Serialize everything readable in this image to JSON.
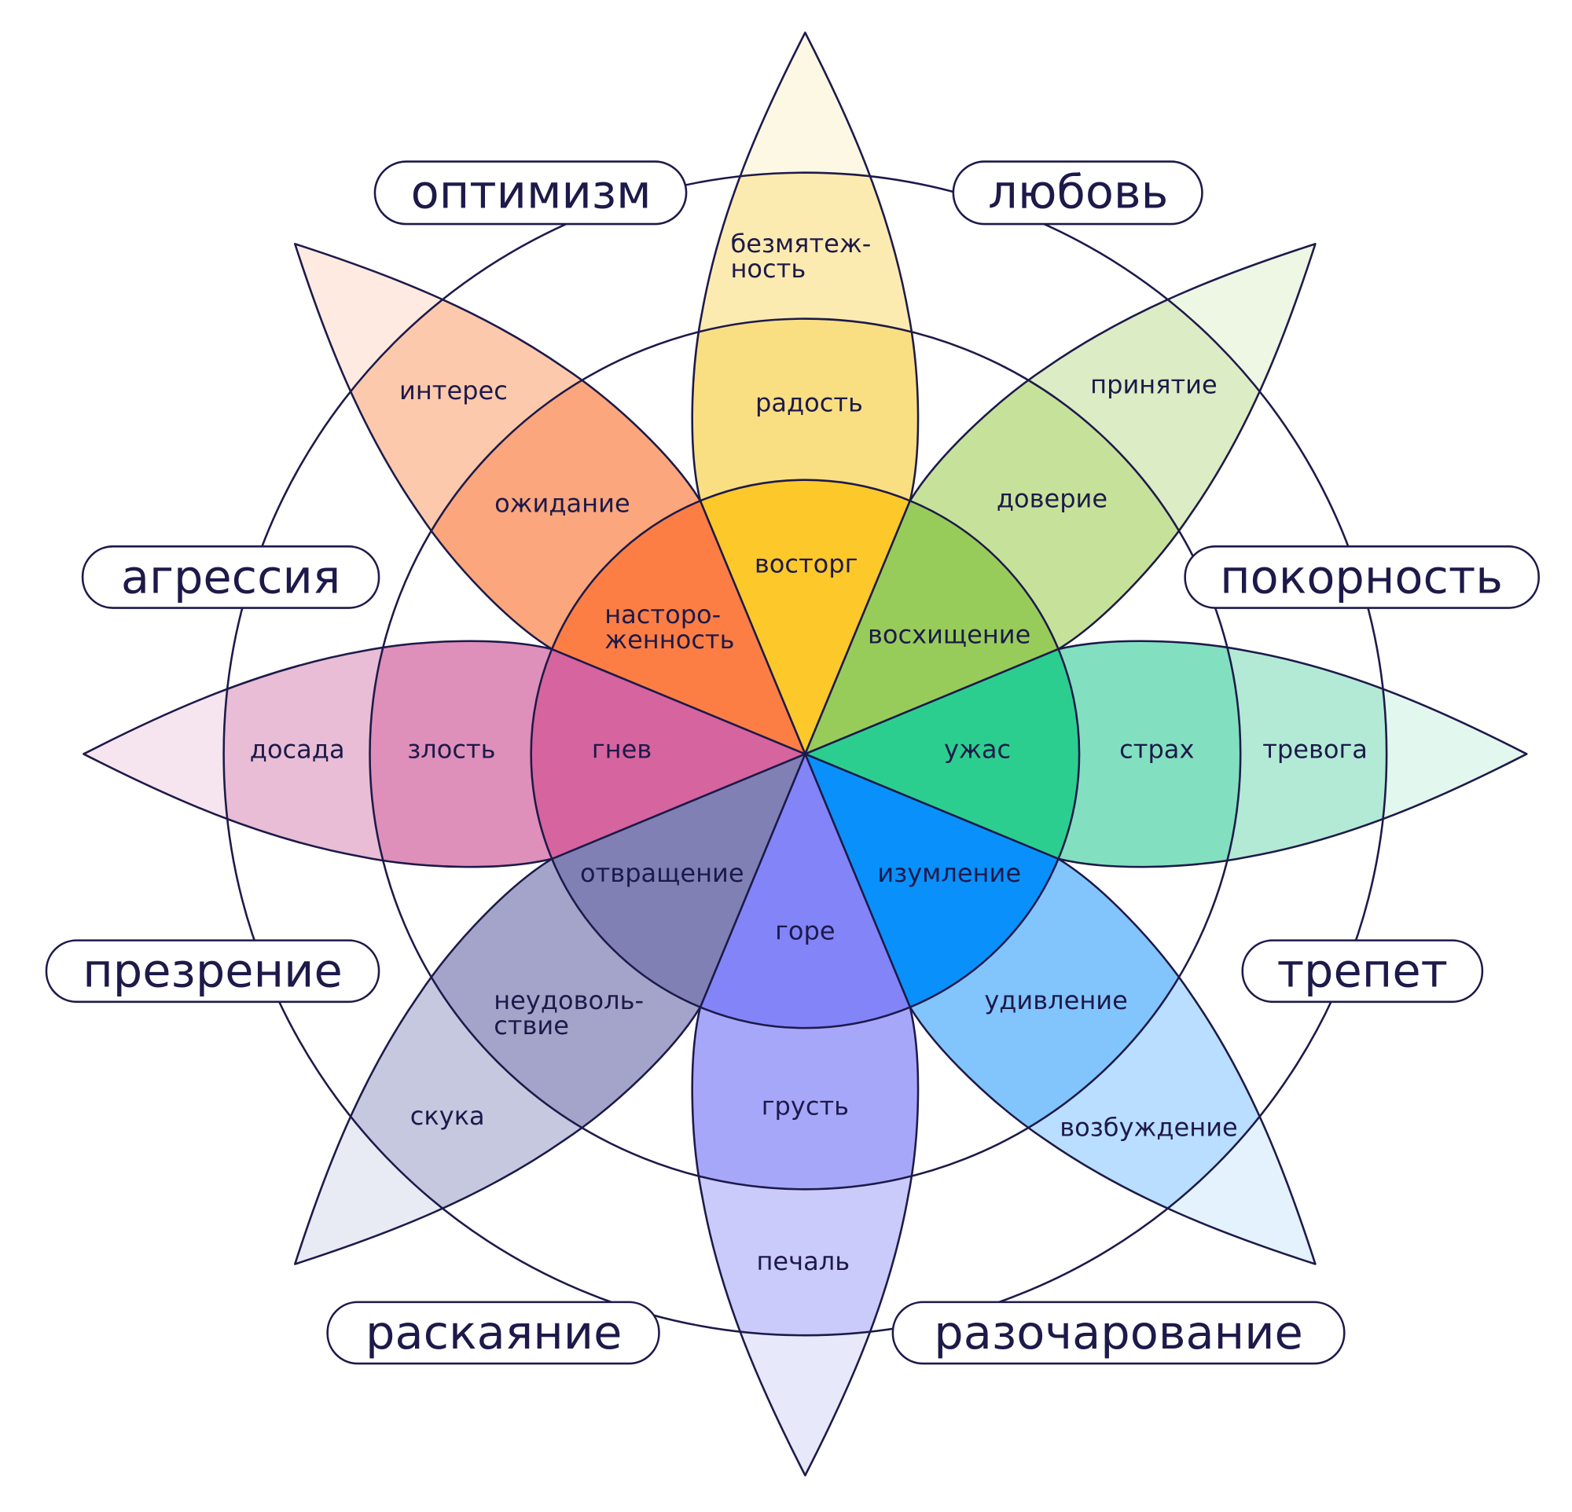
{
  "title": "Plutchik wheel of emotions",
  "stroke_color": "#1d1a4a",
  "petals": [
    {
      "name": "joy",
      "colors": {
        "tip": "#fdf8e4",
        "outer": "#fcebb0",
        "middle": "#f9df82",
        "inner": "#fdc82a"
      },
      "outer": [
        "безмятеж-",
        "ность"
      ],
      "middle": "радость",
      "inner": "восторг"
    },
    {
      "name": "trust",
      "colors": {
        "tip": "#eef6e4",
        "outer": "#dcecc4",
        "middle": "#c6e29a",
        "inner": "#97cc5a"
      },
      "outer": "принятие",
      "middle": "доверие",
      "inner": "восхищение"
    },
    {
      "name": "fear",
      "colors": {
        "tip": "#e2f7ee",
        "outer": "#b3ead6",
        "middle": "#82e0c0",
        "inner": "#2cce90"
      },
      "outer": "тревога",
      "middle": "страх",
      "inner": "ужас"
    },
    {
      "name": "surprise",
      "colors": {
        "tip": "#e4f2fd",
        "outer": "#b9deff",
        "middle": "#82c4fc",
        "inner": "#0a90fa"
      },
      "outer": "возбуждение",
      "middle": "удивление",
      "inner": "изумление"
    },
    {
      "name": "sadness",
      "colors": {
        "tip": "#e8e8fb",
        "outer": "#cbcbfb",
        "middle": "#a7a7fa",
        "inner": "#8384f8"
      },
      "outer": "печаль",
      "middle": "грусть",
      "inner": "горе"
    },
    {
      "name": "disgust",
      "colors": {
        "tip": "#e8eaf4",
        "outer": "#c6c8e0",
        "middle": "#a4a3c9",
        "inner": "#8080b4"
      },
      "outer": "скука",
      "middle": [
        "неудоволь-",
        "ствие"
      ],
      "inner": "отвращение"
    },
    {
      "name": "anger",
      "colors": {
        "tip": "#f6e4ef",
        "outer": "#e8bdd5",
        "middle": "#de8fba",
        "inner": "#d6649f"
      },
      "outer": "досада",
      "middle": "злость",
      "inner": "гнев"
    },
    {
      "name": "anticipation",
      "colors": {
        "tip": "#feeae0",
        "outer": "#fdc9ac",
        "middle": "#fba67c",
        "inner": "#fd7e44"
      },
      "outer": "интерес",
      "middle": "ожидание",
      "inner": [
        "насторо-",
        "женность"
      ]
    }
  ],
  "dyads": {
    "optimism": "оптимизм",
    "love": "любовь",
    "aggression": "агрессия",
    "submission": "покорность",
    "contempt": "презрение",
    "awe": "трепет",
    "remorse": "раскаяние",
    "disapproval": "разочарование"
  }
}
